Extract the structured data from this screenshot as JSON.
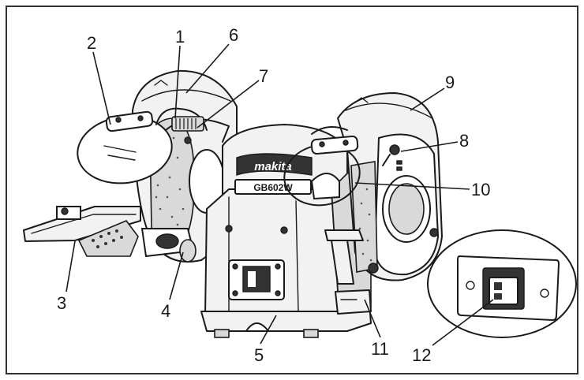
{
  "callouts": [
    {
      "id": "1",
      "label": "1"
    },
    {
      "id": "2",
      "label": "2"
    },
    {
      "id": "3",
      "label": "3"
    },
    {
      "id": "4",
      "label": "4"
    },
    {
      "id": "5",
      "label": "5"
    },
    {
      "id": "6",
      "label": "6"
    },
    {
      "id": "7",
      "label": "7"
    },
    {
      "id": "8",
      "label": "8"
    },
    {
      "id": "9",
      "label": "9"
    },
    {
      "id": "10",
      "label": "10"
    },
    {
      "id": "11",
      "label": "11"
    },
    {
      "id": "12",
      "label": "12"
    }
  ],
  "brand_logo": "makita",
  "model_text": "GB602W",
  "colors": {
    "ink": "#1a1a1a",
    "paper": "#ffffff",
    "frame": "#333333"
  }
}
